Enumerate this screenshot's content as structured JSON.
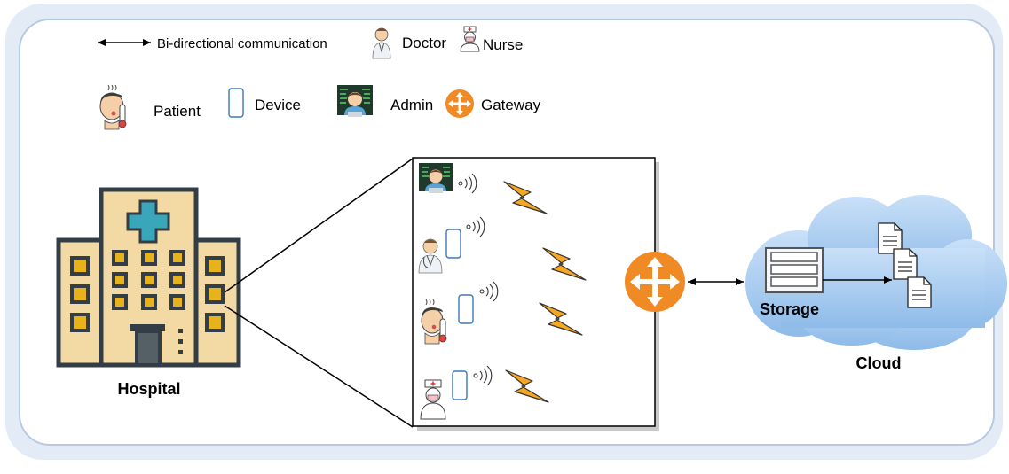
{
  "legend": {
    "bidirectional": "Bi-directional communication",
    "doctor": "Doctor",
    "nurse": "Nurse",
    "patient": "Patient",
    "device": "Device",
    "admin": "Admin",
    "gateway": "Gateway"
  },
  "nodes": {
    "hospital": "Hospital",
    "storage": "Storage",
    "cloud": "Cloud"
  },
  "colors": {
    "frame_border": "#c9d9ef",
    "cloud_fill": "#a9cdf3",
    "gateway": "#f08a24",
    "lightning": "#f5a623",
    "building": "#f3d9a3",
    "building_outline": "#333d45",
    "window": "#e8b21a",
    "cross": "#3aa6b9"
  },
  "icons": [
    "arrow-both-icon",
    "doctor-icon",
    "nurse-icon",
    "patient-icon",
    "device-icon",
    "admin-icon",
    "gateway-icon",
    "hospital-icon",
    "lightning-icon",
    "wifi-signal-icon",
    "storage-icon",
    "document-icon",
    "cloud-icon"
  ]
}
